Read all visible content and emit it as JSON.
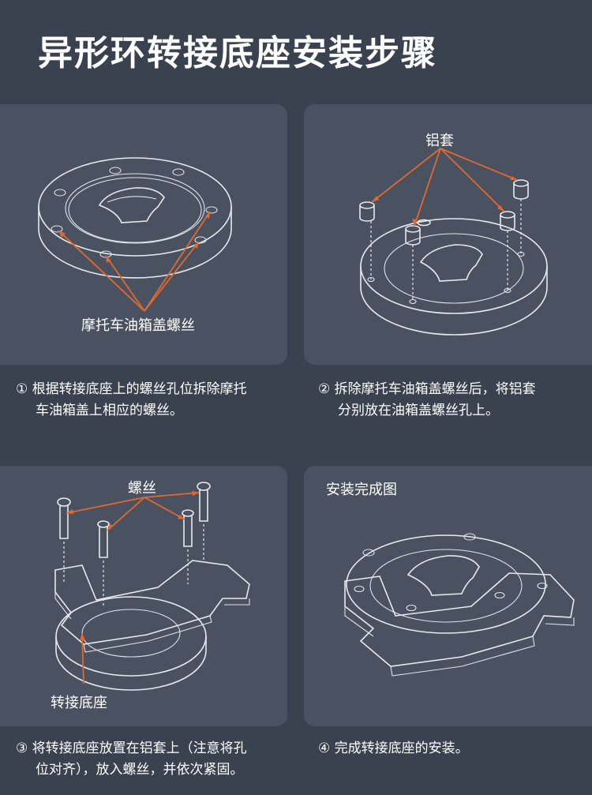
{
  "page": {
    "title": "异形环转接底座安装步骤"
  },
  "steps": [
    {
      "label": "摩托车油箱盖螺丝",
      "caption_line1": "① 根据转接底座上的螺丝孔位拆除摩托",
      "caption_line2": "车油箱盖上相应的螺丝。"
    },
    {
      "label": "铝套",
      "caption_line1": "② 拆除摩托车油箱盖螺丝后，将铝套",
      "caption_line2": "分别放在油箱盖螺丝孔上。"
    },
    {
      "label_top": "螺丝",
      "label_bottom": "转接底座",
      "caption_line1": "③ 将转接底座放置在铝套上（注意将孔",
      "caption_line2": "位对齐），放入螺丝，并依次紧固。"
    },
    {
      "label": "安装完成图",
      "caption_line1": "④ 完成转接底座的安装。"
    }
  ],
  "colors": {
    "background": "#3a4250",
    "panel": "#4a5261",
    "arrow": "#e06a2c",
    "text": "#ffffff"
  }
}
